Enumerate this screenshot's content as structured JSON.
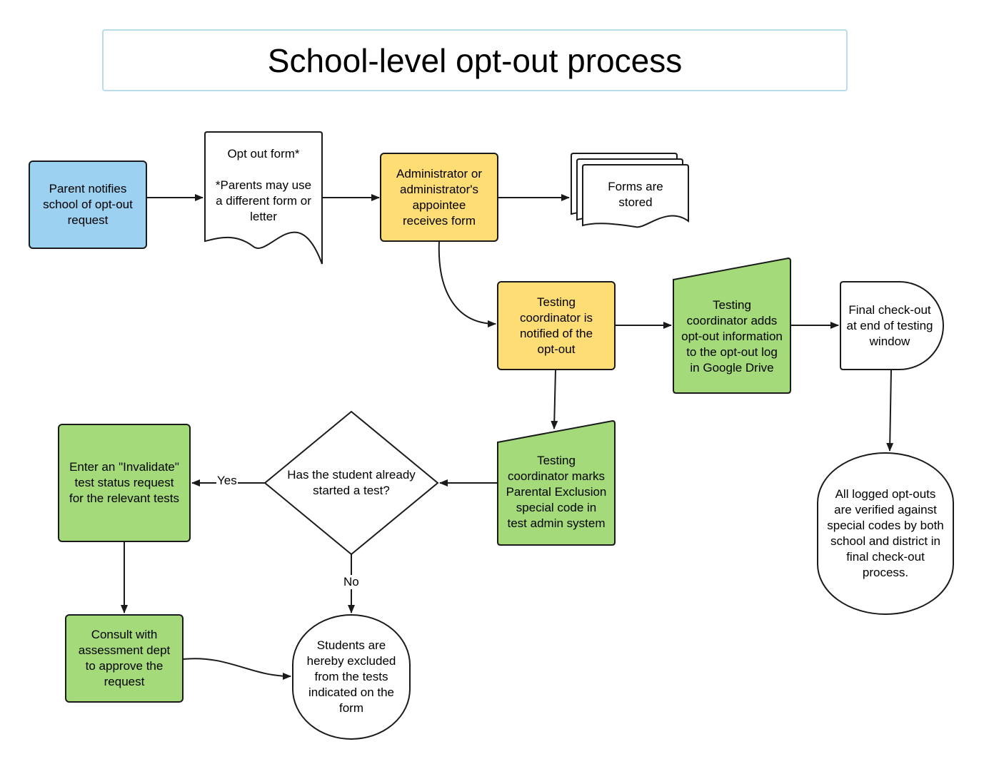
{
  "title": "School-level opt-out process",
  "colors": {
    "blue": "#9dd1f1",
    "yellow": "#ffdd75",
    "green": "#a4da7a",
    "white": "#ffffff",
    "stroke": "#1a1a1a",
    "title_border": "#b8dcea"
  },
  "nodes": {
    "parent_notifies": {
      "text": "Parent notifies\nschool of opt-out\nrequest",
      "shape": "rounded-rectangle",
      "color": "blue"
    },
    "opt_out_form": {
      "text": "Opt out form*\n\n*Parents may use\na different form or\nletter",
      "shape": "document",
      "color": "white"
    },
    "admin_receives": {
      "text": "Administrator or\nadministrator's\nappointee\nreceives form",
      "shape": "rounded-rectangle",
      "color": "yellow"
    },
    "forms_stored": {
      "text": "Forms are\nstored",
      "shape": "multi-document",
      "color": "white"
    },
    "coordinator_notified": {
      "text": "Testing\ncoordinator is\nnotified of the\nopt-out",
      "shape": "rounded-rectangle",
      "color": "yellow"
    },
    "coordinator_adds": {
      "text": "Testing\ncoordinator adds\nopt-out information\nto the opt-out log\nin Google Drive",
      "shape": "manual-input",
      "color": "green"
    },
    "final_checkout": {
      "text": "Final check-out\nat end of testing\nwindow",
      "shape": "delay",
      "color": "white"
    },
    "logged_verified": {
      "text": "All logged opt-outs\nare verified against\nspecial codes by both\nschool and district in\nfinal check-out\nprocess.",
      "shape": "terminator",
      "color": "white"
    },
    "coordinator_marks": {
      "text": "Testing\ncoordinator marks\nParental Exclusion\nspecial code in\ntest admin system",
      "shape": "manual-input",
      "color": "green"
    },
    "decision_started": {
      "text": "Has the student already\nstarted a test?",
      "shape": "diamond",
      "color": "white"
    },
    "invalidate_request": {
      "text": "Enter an \"Invalidate\"\ntest status request\nfor the relevant tests",
      "shape": "rounded-rectangle",
      "color": "green"
    },
    "consult_assessment": {
      "text": "Consult with\nassessment dept\nto approve the\nrequest",
      "shape": "rounded-rectangle",
      "color": "green"
    },
    "students_excluded": {
      "text": "Students are\nhereby excluded\nfrom the tests\nindicated on the\nform",
      "shape": "terminator",
      "color": "white"
    }
  },
  "edges": [
    {
      "from": "parent_notifies",
      "to": "opt_out_form",
      "label": ""
    },
    {
      "from": "opt_out_form",
      "to": "admin_receives",
      "label": ""
    },
    {
      "from": "admin_receives",
      "to": "forms_stored",
      "label": ""
    },
    {
      "from": "admin_receives",
      "to": "coordinator_notified",
      "label": ""
    },
    {
      "from": "coordinator_notified",
      "to": "coordinator_adds",
      "label": ""
    },
    {
      "from": "coordinator_adds",
      "to": "final_checkout",
      "label": ""
    },
    {
      "from": "final_checkout",
      "to": "logged_verified",
      "label": ""
    },
    {
      "from": "coordinator_notified",
      "to": "coordinator_marks",
      "label": ""
    },
    {
      "from": "coordinator_marks",
      "to": "decision_started",
      "label": ""
    },
    {
      "from": "decision_started",
      "to": "invalidate_request",
      "label": "Yes"
    },
    {
      "from": "decision_started",
      "to": "students_excluded",
      "label": "No"
    },
    {
      "from": "invalidate_request",
      "to": "consult_assessment",
      "label": ""
    },
    {
      "from": "consult_assessment",
      "to": "students_excluded",
      "label": ""
    }
  ]
}
